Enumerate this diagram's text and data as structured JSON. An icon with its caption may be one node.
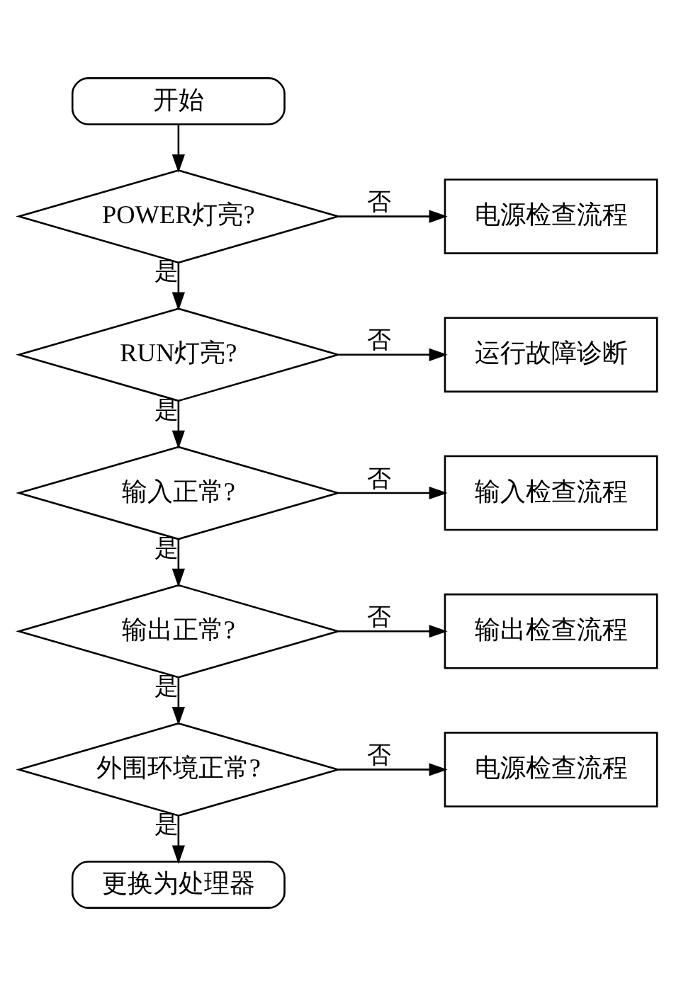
{
  "diagram": {
    "nodes": [
      {
        "text": [
          "开始"
        ]
      },
      {
        "text": [
          "POWER灯亮?"
        ]
      },
      {
        "text": [
          "电源检查流程"
        ]
      },
      {
        "text": [
          "RUN灯亮?"
        ]
      },
      {
        "text": [
          "运行故障诊断"
        ]
      },
      {
        "text": [
          "输入正常?"
        ]
      },
      {
        "text": [
          "输入检查流程"
        ]
      },
      {
        "text": [
          "输出正常?"
        ]
      },
      {
        "text": [
          "输出检查流程"
        ]
      },
      {
        "text": [
          "外围环境正常?"
        ]
      },
      {
        "text": [
          "电源检查流程"
        ]
      },
      {
        "text": [
          "更换为处理器"
        ]
      }
    ],
    "edges": [
      {
        "from": 0,
        "to": 1,
        "arrow": "to"
      },
      {
        "from": 1,
        "to": 2,
        "arrow": "to",
        "label": "否"
      },
      {
        "from": 1,
        "to": 3,
        "arrow": "to",
        "label": "是"
      },
      {
        "from": 3,
        "to": 4,
        "arrow": "to",
        "label": "否"
      },
      {
        "from": 3,
        "to": 5,
        "arrow": "to",
        "label": "是"
      },
      {
        "from": 5,
        "to": 6,
        "arrow": "to",
        "label": "否"
      },
      {
        "from": 5,
        "to": 7,
        "arrow": "to",
        "label": "是"
      },
      {
        "from": 7,
        "to": 8,
        "arrow": "to",
        "label": "否"
      },
      {
        "from": 7,
        "to": 9,
        "arrow": "to",
        "label": "是"
      },
      {
        "from": 9,
        "to": 10,
        "arrow": "to",
        "label": "否"
      },
      {
        "from": 9,
        "to": 11,
        "arrow": "to",
        "label": "是"
      }
    ]
  }
}
